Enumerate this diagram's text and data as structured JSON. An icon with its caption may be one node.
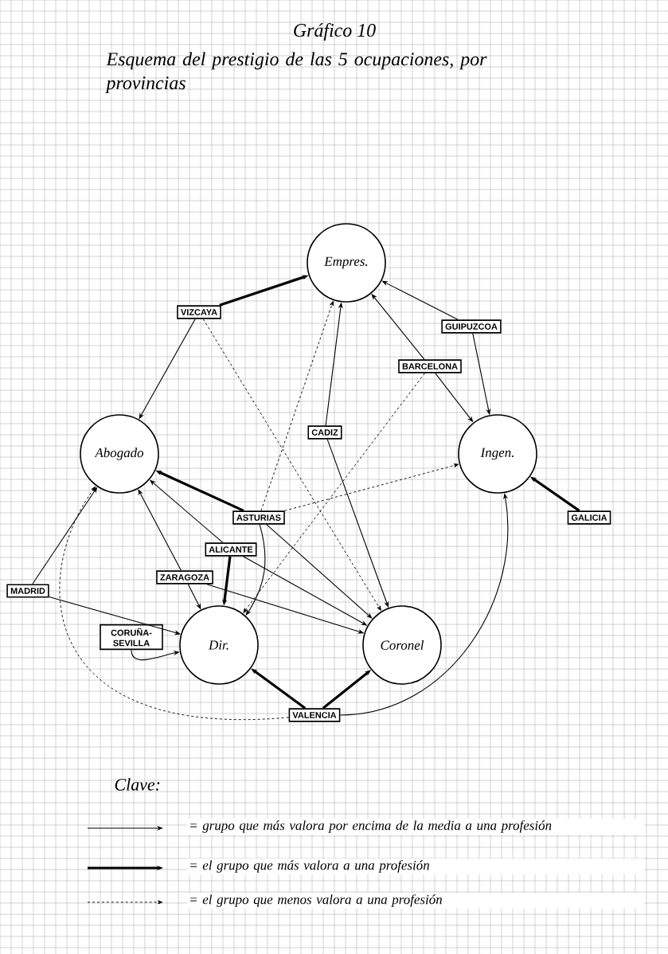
{
  "diagram": {
    "title": "Gráfico 10",
    "caption": "Esquema del prestigio de las 5 ocupaciones, por provincias",
    "nodes": [
      {
        "text": [
          "Empres."
        ]
      },
      {
        "text": [
          "VIZCAYA"
        ]
      },
      {
        "text": [
          "GUIPUZCOA"
        ]
      },
      {
        "text": [
          "BARCELONA"
        ]
      },
      {
        "text": [
          "Abogado"
        ]
      },
      {
        "text": [
          "CADIZ"
        ]
      },
      {
        "text": [
          "Ingen."
        ]
      },
      {
        "text": [
          "ASTURIAS"
        ]
      },
      {
        "text": [
          "GALICIA"
        ]
      },
      {
        "text": [
          "ALICANTE"
        ]
      },
      {
        "text": [
          "ZARAGOZA"
        ]
      },
      {
        "text": [
          "MADRID"
        ]
      },
      {
        "text": [
          "CORUÑA- SEVILLA"
        ]
      },
      {
        "text": [
          "Dir."
        ]
      },
      {
        "text": [
          "Coronel"
        ]
      },
      {
        "text": [
          "VALENCIA"
        ]
      }
    ],
    "edges": [
      {
        "from": 1,
        "to": 0,
        "arrow": "to",
        "style": "thick"
      },
      {
        "from": 1,
        "to": 4,
        "arrow": "to"
      },
      {
        "from": 2,
        "to": 0,
        "arrow": "to"
      },
      {
        "from": 2,
        "to": 6,
        "arrow": "to"
      },
      {
        "from": 3,
        "to": 0,
        "arrow": "to"
      },
      {
        "from": 3,
        "to": 6,
        "arrow": "to"
      },
      {
        "from": 5,
        "to": 0,
        "arrow": "to"
      },
      {
        "from": 5,
        "to": 14,
        "arrow": "to"
      },
      {
        "from": 7,
        "to": 4,
        "arrow": "to",
        "style": "thick"
      },
      {
        "from": 7,
        "to": 13,
        "arrow": "to"
      },
      {
        "from": 7,
        "to": 14,
        "arrow": "to"
      },
      {
        "from": 8,
        "to": 6,
        "arrow": "to",
        "style": "thick"
      },
      {
        "from": 9,
        "to": 4,
        "arrow": "to"
      },
      {
        "from": 9,
        "to": 13,
        "arrow": "to",
        "style": "thick"
      },
      {
        "from": 9,
        "to": 14,
        "arrow": "to"
      },
      {
        "from": 10,
        "to": 4,
        "arrow": "to"
      },
      {
        "from": 10,
        "to": 13,
        "arrow": "to"
      },
      {
        "from": 10,
        "to": 14,
        "arrow": "to"
      },
      {
        "from": 11,
        "to": 4,
        "arrow": "to"
      },
      {
        "from": 11,
        "to": 13,
        "arrow": "to"
      },
      {
        "from": 12,
        "to": 13,
        "arrow": "to"
      },
      {
        "from": 15,
        "to": 13,
        "arrow": "to",
        "style": "thick"
      },
      {
        "from": 15,
        "to": 14,
        "arrow": "to",
        "style": "thick"
      },
      {
        "from": 15,
        "to": 6,
        "arrow": "to"
      },
      {
        "from": 1,
        "to": 14,
        "arrow": "to",
        "style": "dashed"
      },
      {
        "from": 7,
        "to": 0,
        "arrow": "to",
        "style": "dashed"
      },
      {
        "from": 7,
        "to": 6,
        "arrow": "to",
        "style": "dashed"
      },
      {
        "from": 3,
        "to": 13,
        "arrow": "to",
        "style": "dashed"
      },
      {
        "from": 15,
        "to": 4,
        "arrow": "to",
        "style": "dashed"
      }
    ],
    "labels": [
      "Clave:"
    ],
    "legend": [
      {
        "text": "= grupo que más valora por encima de la media a una profesión"
      },
      {
        "text": "= el grupo que más valora a una profesión"
      },
      {
        "text": "= el grupo que menos valora a una profesión"
      }
    ]
  }
}
